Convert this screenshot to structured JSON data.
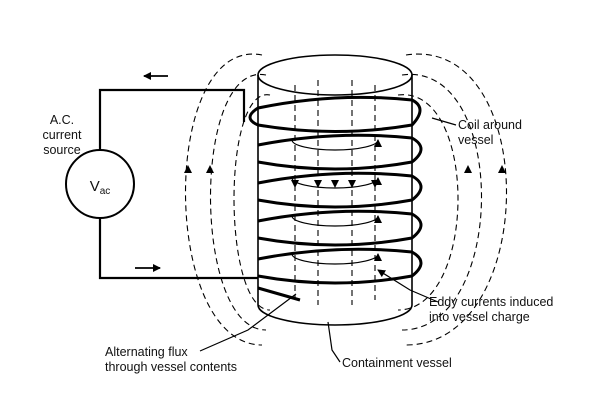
{
  "labels": {
    "source_line1": "A.C.",
    "source_line2": "current",
    "source_line3": "source",
    "vac_main": "V",
    "vac_sub": "ac",
    "coil_line1": "Coil around",
    "coil_line2": "vessel",
    "eddy_line1": "Eddy currents induced",
    "eddy_line2": "into vessel charge",
    "flux_line1": "Alternating flux",
    "flux_line2": "through vessel contents",
    "vessel": "Containment vessel"
  }
}
